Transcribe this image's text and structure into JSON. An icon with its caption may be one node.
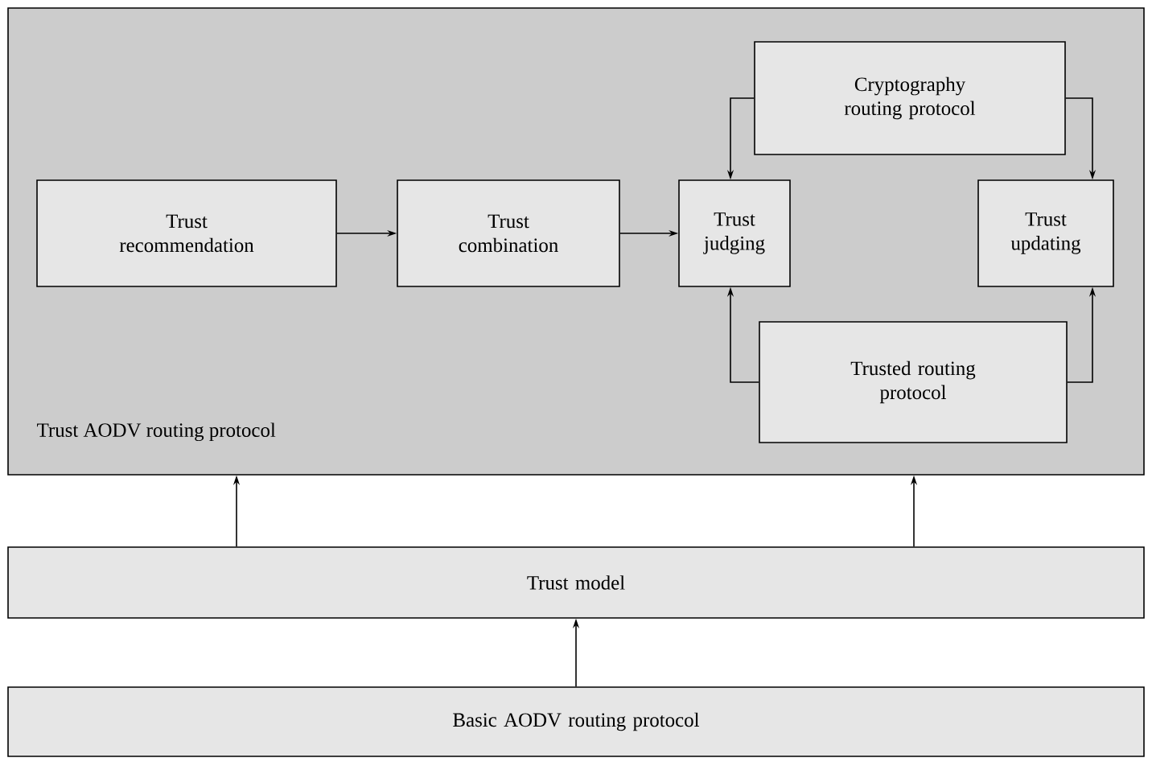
{
  "diagram": {
    "nodes": [
      {
        "text": [
          "Trust AODV routing protocol"
        ]
      },
      {
        "text": [
          "Cryptography routing protocol"
        ],
        "in": 0
      },
      {
        "text": [
          "Trust recommendation"
        ],
        "in": 0
      },
      {
        "text": [
          "Trust combination"
        ],
        "in": 0
      },
      {
        "text": [
          "Trust judging"
        ],
        "in": 0
      },
      {
        "text": [
          "Trust updating"
        ],
        "in": 0
      },
      {
        "text": [
          "Trusted routing protocol"
        ],
        "in": 0
      },
      {
        "text": [
          "Trust model"
        ]
      },
      {
        "text": [
          "Basic AODV routing protocol"
        ]
      }
    ],
    "edges": [
      {
        "from": 2,
        "to": 3,
        "arrow": "to"
      },
      {
        "from": 3,
        "to": 4,
        "arrow": "to"
      },
      {
        "from": 1,
        "to": 4,
        "arrow": "to"
      },
      {
        "from": 1,
        "to": 5,
        "arrow": "to"
      },
      {
        "from": 6,
        "to": 4,
        "arrow": "to"
      },
      {
        "from": 6,
        "to": 5,
        "arrow": "to"
      },
      {
        "from": 7,
        "to": 0,
        "arrow": "to"
      },
      {
        "from": 7,
        "to": 0,
        "arrow": "to"
      },
      {
        "from": 8,
        "to": 7,
        "arrow": "to"
      }
    ]
  }
}
